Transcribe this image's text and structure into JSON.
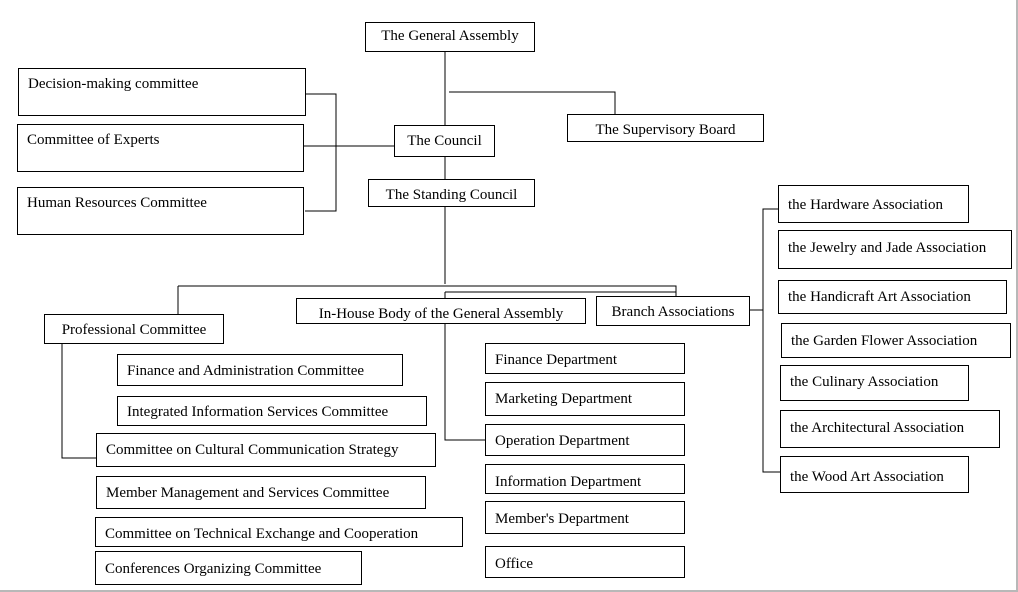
{
  "nodes": {
    "general_assembly": "The General Assembly",
    "council": "The Council",
    "supervisory_board": "The Supervisory Board",
    "standing_council": "The Standing Council",
    "decision_making": "Decision-making committee",
    "experts": "Committee of Experts",
    "human_resources": "Human Resources Committee",
    "professional_committee": "Professional Committee",
    "in_house_body": "In-House Body of the General Assembly",
    "branch_associations": "Branch Associations",
    "finance_admin": "Finance and Administration Committee",
    "integrated_info": "Integrated Information Services Committee",
    "cultural_comm": "Committee on Cultural Communication Strategy",
    "member_mgmt": "Member Management and Services  Committee",
    "tech_exchange": "Committee on Technical Exchange and Cooperation",
    "conferences": "Conferences Organizing Committee",
    "finance_dept": "Finance Department",
    "marketing_dept": "Marketing Department",
    "operation_dept": "Operation Department",
    "information_dept": "Information Department",
    "members_dept": "Member's Department",
    "office": "Office",
    "hardware": "the Hardware Association",
    "jewelry": "the Jewelry and Jade Association",
    "handicraft": "the Handicraft Art Association",
    "garden": "the Garden Flower Association",
    "culinary": "the Culinary Association",
    "architectural": "the Architectural Association",
    "wood": "the Wood Art Association"
  }
}
